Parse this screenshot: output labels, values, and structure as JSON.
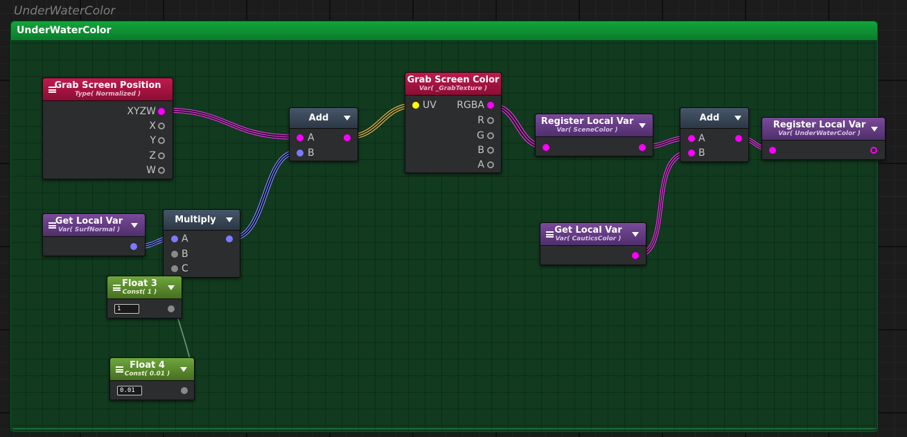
{
  "canvas_title": "UnderWaterColor",
  "group_title": "UnderWaterColor",
  "colors": {
    "vector_wire": "#ff00ff",
    "float_wire": "#7b7bff",
    "uv_wire": "#ffff00",
    "const_wire": "#9fbfa0",
    "group_header": "#0f9a37"
  },
  "nodes": {
    "grab_pos": {
      "title": "Grab Screen Position",
      "subtitle": "Type( Normalized )",
      "outputs": [
        "XYZW",
        "X",
        "Y",
        "Z",
        "W"
      ]
    },
    "get_surf": {
      "title": "Get Local Var",
      "subtitle": "Var( SurfNormal )"
    },
    "multiply": {
      "title": "Multiply",
      "inputs": [
        "A",
        "B",
        "C"
      ]
    },
    "float3": {
      "title": "Float 3",
      "subtitle": "Const( 1 )",
      "value": "1"
    },
    "float4": {
      "title": "Float 4",
      "subtitle": "Const( 0.01 )",
      "value": "0.01"
    },
    "add1": {
      "title": "Add",
      "inputs": [
        "A",
        "B"
      ]
    },
    "grab_color": {
      "title": "Grab Screen Color",
      "subtitle": "Var( _GrabTexture )",
      "input": "UV",
      "outputs": [
        "RGBA",
        "R",
        "G",
        "B",
        "A"
      ]
    },
    "reg_scene": {
      "title": "Register Local Var",
      "subtitle": "Var( SceneColor )"
    },
    "add2": {
      "title": "Add",
      "inputs": [
        "A",
        "B"
      ]
    },
    "get_caustics": {
      "title": "Get Local Var",
      "subtitle": "Var( CauticsColor )"
    },
    "reg_underwater": {
      "title": "Register Local Var",
      "subtitle": "Var( UnderWaterColor )"
    }
  }
}
